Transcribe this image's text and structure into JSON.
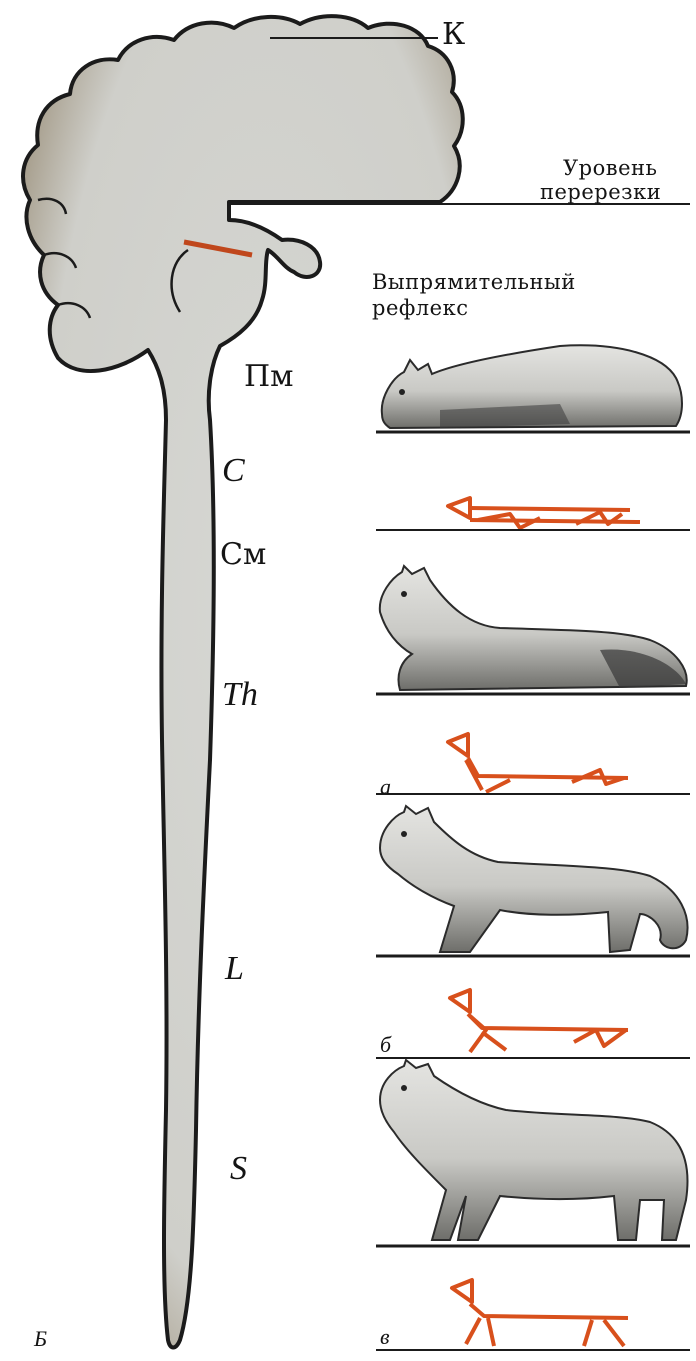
{
  "labels": {
    "cortex": "К",
    "cut_level_line1": "Уровень",
    "cut_level_line2": "перерезки",
    "righting_reflex_line1": "Выпрямительный",
    "righting_reflex_line2": "рефлекс",
    "pm": "Пм",
    "c": "С",
    "cm": "См",
    "th": "Th",
    "l": "L",
    "s": "S",
    "panel_b": "Б",
    "sub_a": "а",
    "sub_b": "б",
    "sub_v": "в"
  },
  "colors": {
    "brain_fill": "#d3d4d0",
    "brain_edge": "#9a9385",
    "outline": "#1a1a1a",
    "orange": "#d8501c",
    "cat_body": "#cfcfcb",
    "cat_dark": "#2b2b2b"
  }
}
